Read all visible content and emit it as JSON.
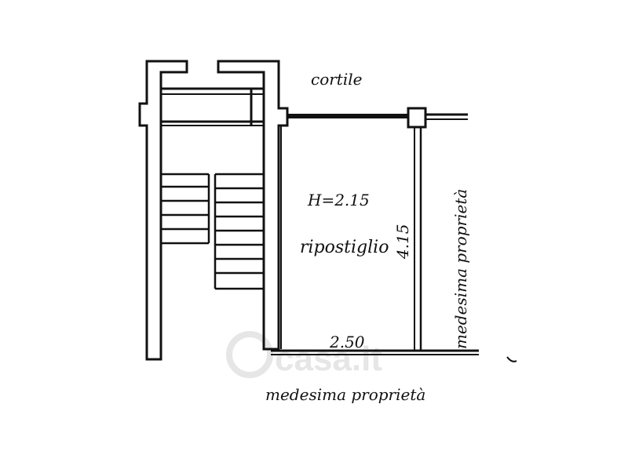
{
  "labels": {
    "courtyard": "cortile",
    "height": "H=2.15",
    "room": "ripostiglio",
    "dim_depth": "4.15",
    "dim_width": "2.50",
    "bottom_neighbor": "medesima proprietà",
    "right_neighbor": "medesima proprietà"
  },
  "watermark": {
    "text": "casa.it"
  },
  "colors": {
    "ink": "#111111",
    "watermark": "#e6e6e6"
  }
}
